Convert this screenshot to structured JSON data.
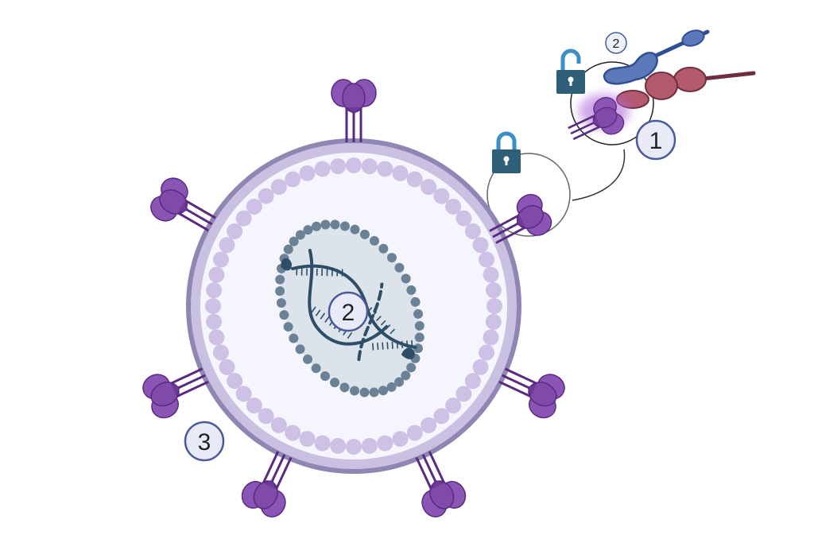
{
  "labels": {
    "badge_capsid": "2",
    "badge_envelope": "3",
    "badge_binding": "1",
    "badge_receptor": "2"
  },
  "colors": {
    "envelope_outer": "#8f86b4",
    "envelope_fill": "#c9c0e2",
    "interior": "#f5f5fd",
    "lipid_dot": "#cdc2e6",
    "capsid_dot": "#6b8296",
    "capsid_fill": "#dde3ea",
    "rna": "#2d4e66",
    "spike": "#7f4aa8",
    "spike_dark": "#5a2a80",
    "receptor_blue": "#5b78b8",
    "receptor_blue_dark": "#2f4e94",
    "receptor_red": "#b45a6e",
    "receptor_red_dark": "#6e2e3e",
    "lock_body": "#2f5f78",
    "lock_shackle": "#3a8fc4",
    "badge_fill": "#e8eaf8",
    "badge_stroke": "#4a5a9a"
  },
  "icons": [
    "glycoprotein-spike-icon",
    "locked-padlock-icon",
    "unlocked-padlock-icon",
    "receptor-protein-icon",
    "rna-strand-icon"
  ]
}
